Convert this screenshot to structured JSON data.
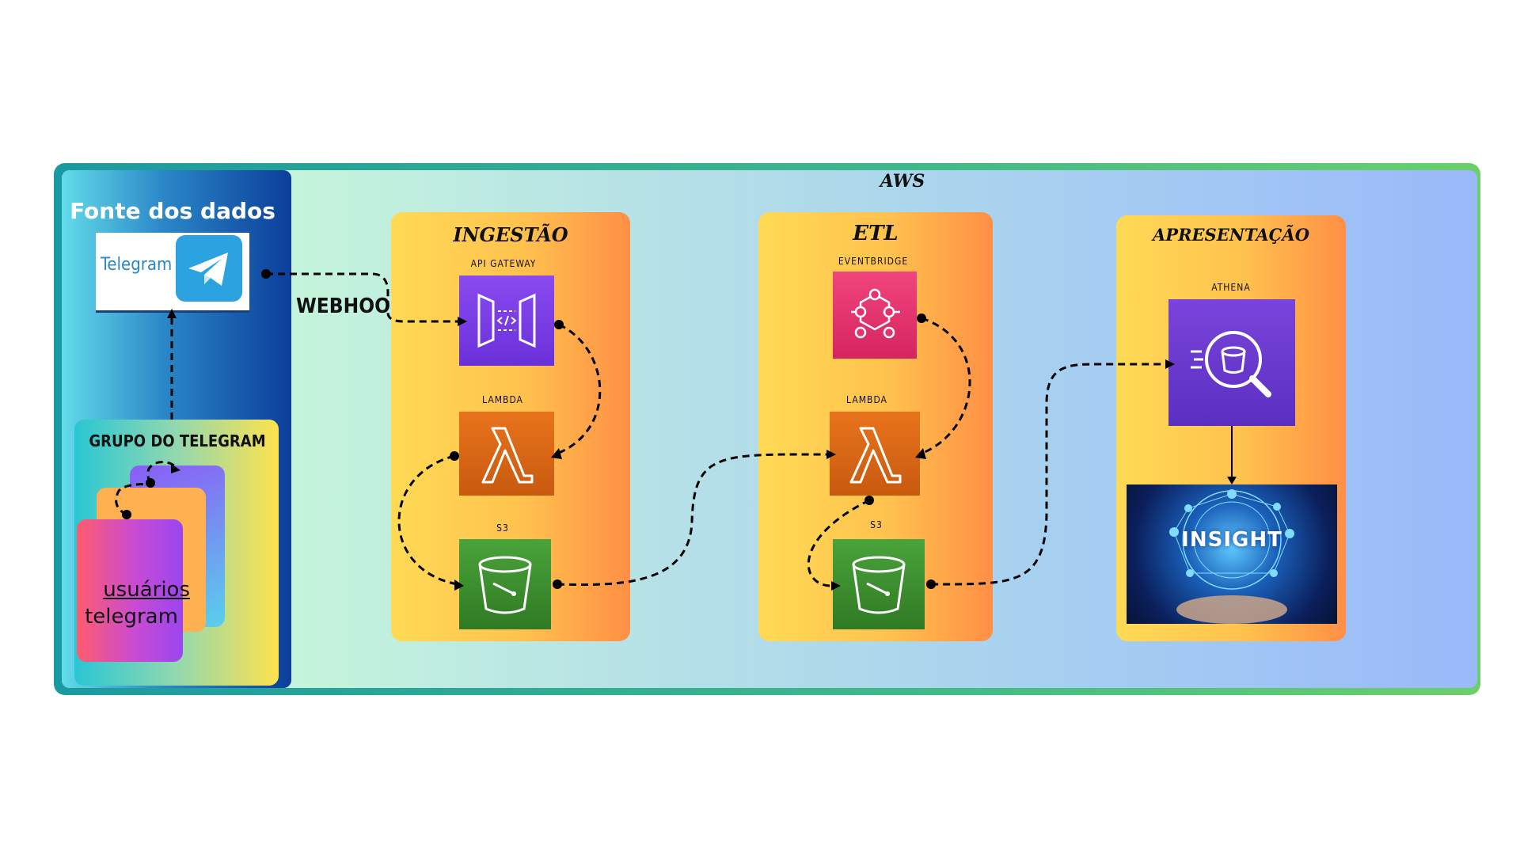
{
  "aws": {
    "label": "AWS"
  },
  "source": {
    "title": "Fonte dos dados",
    "telegram_card_text": "Telegram",
    "group_title": "GRUPO DO TELEGRAM",
    "users_line1": "usuários",
    "users_line2": "telegram"
  },
  "webhook_label": "WEBHOOK",
  "stages": {
    "ingestao": {
      "title": "INGESTÃO",
      "api_gateway": "API GATEWAY",
      "lambda": "LAMBDA",
      "s3": "S3"
    },
    "etl": {
      "title": "ETL",
      "eventbridge": "EVENTBRIDGE",
      "lambda": "LAMBDA",
      "s3": "S3"
    },
    "apresentacao": {
      "title": "APRESENTAÇÃO",
      "athena": "ATHENA",
      "insight": "INSIGHT"
    }
  },
  "colors": {
    "aws_purple": "#7b3fe4",
    "aws_orange": "#e06b14",
    "aws_green": "#3d8c2c",
    "aws_pink": "#e5316f",
    "telegram_blue": "#2aa3e0"
  },
  "icons": [
    "telegram-logo-icon",
    "api-gateway-icon",
    "lambda-icon",
    "s3-bucket-icon",
    "eventbridge-icon",
    "athena-icon"
  ]
}
